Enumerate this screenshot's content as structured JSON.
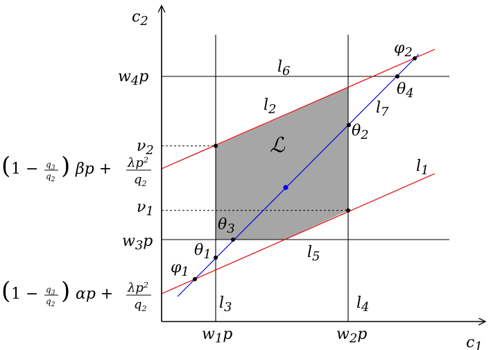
{
  "axes": {
    "x_label_base": "c",
    "x_label_sub": "1",
    "y_label_base": "c",
    "y_label_sub": "2"
  },
  "x_ticks": [
    {
      "base": "w",
      "sub": "1",
      "tail": "p"
    },
    {
      "base": "w",
      "sub": "2",
      "tail": "p"
    }
  ],
  "y_ticks": [
    {
      "base": "w",
      "sub": "4",
      "tail": "p"
    },
    {
      "base": "ν",
      "sub": "2",
      "tail": ""
    },
    {
      "base": "ν",
      "sub": "1",
      "tail": ""
    },
    {
      "base": "w",
      "sub": "3",
      "tail": "p"
    }
  ],
  "intercepts": {
    "upper": {
      "paren_open": "(",
      "one_minus": "1 −",
      "frac_num": "q",
      "frac_num_sub": "3",
      "frac_den": "q",
      "frac_den_sub": "2",
      "paren_close": ")",
      "coef": "βp +",
      "lam_num": "λp",
      "lam_sup": "2",
      "lam_den": "q",
      "lam_den_sub": "2"
    },
    "lower": {
      "paren_open": "(",
      "one_minus": "1 −",
      "frac_num": "q",
      "frac_num_sub": "3",
      "frac_den": "q",
      "frac_den_sub": "2",
      "paren_close": ")",
      "coef": "αp +",
      "lam_num": "λp",
      "lam_sup": "2",
      "lam_den": "q",
      "lam_den_sub": "2"
    }
  },
  "line_labels": [
    {
      "base": "l",
      "sub": "1"
    },
    {
      "base": "l",
      "sub": "2"
    },
    {
      "base": "l",
      "sub": "3"
    },
    {
      "base": "l",
      "sub": "4"
    },
    {
      "base": "l",
      "sub": "5"
    },
    {
      "base": "l",
      "sub": "6"
    },
    {
      "base": "l",
      "sub": "7"
    }
  ],
  "point_labels": [
    {
      "base": "φ",
      "sub": "1"
    },
    {
      "base": "φ",
      "sub": "2"
    },
    {
      "base": "θ",
      "sub": "1"
    },
    {
      "base": "θ",
      "sub": "2"
    },
    {
      "base": "θ",
      "sub": "3"
    },
    {
      "base": "θ",
      "sub": "4"
    }
  ],
  "region_label": "ℒ",
  "colors": {
    "axis": "#000000",
    "grid": "#000000",
    "constraint_lines": "#e00000",
    "main_line": "#0000dd",
    "region_fill": "#a6a6a6",
    "center_point": "#0000ff"
  }
}
